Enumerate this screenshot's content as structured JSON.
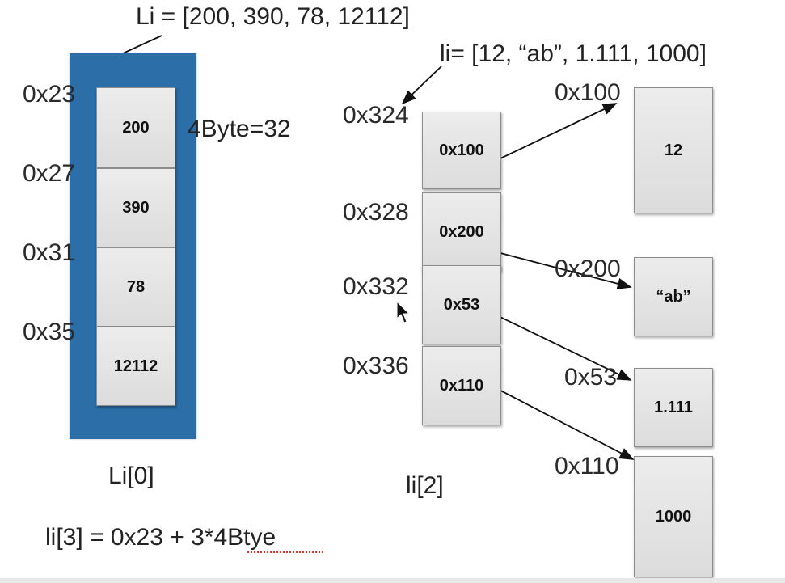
{
  "left": {
    "list_text": "Li = [200, 390, 78, 12112]",
    "addresses": [
      "0x23",
      "0x27",
      "0x31",
      "0x35"
    ],
    "cells": [
      "200",
      "390",
      "78",
      "12112"
    ],
    "size_note": "4Byte=32",
    "index_label": "Li[0]",
    "formula": "li[3] = 0x23 + 3*4Btye",
    "colors": {
      "block": "#2b6ea8"
    }
  },
  "right": {
    "list_text": "li= [12, “ab”, 1.111, 1000]",
    "addresses": [
      "0x324",
      "0x328",
      "0x332",
      "0x336"
    ],
    "pointers": [
      "0x100",
      "0x200",
      "0x53",
      "0x110"
    ],
    "index_label": "li[2]",
    "objects": [
      {
        "address": "0x100",
        "value": "12"
      },
      {
        "address": "0x200",
        "value": "“ab”"
      },
      {
        "address": "0x53",
        "value": "1.111"
      },
      {
        "address": "0x110",
        "value": "1000"
      }
    ]
  }
}
